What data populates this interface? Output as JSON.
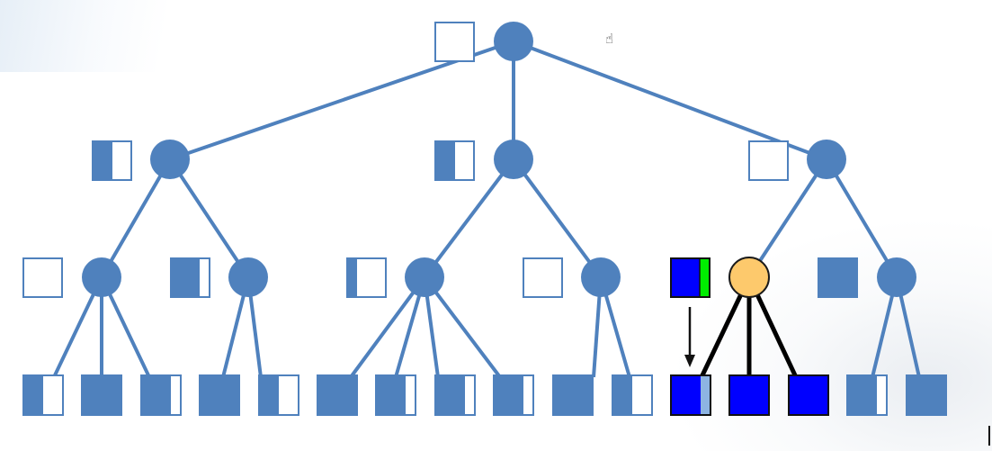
{
  "colors": {
    "primary": "#4F81BD",
    "edge_default": "#4F81BD",
    "edge_highlight": "#000000",
    "node_highlight_fill": "#FDC96C",
    "node_highlight_stroke": "#1a1a1a",
    "bright_blue": "#0000FF",
    "bright_green": "#00EE00",
    "light_blue": "#8DB4E2",
    "white": "#FFFFFF"
  },
  "icons": {
    "cursor": "hand-cursor-icon",
    "cursor_glyph": "☝"
  },
  "tree": {
    "nodes": [
      {
        "id": "root",
        "level": 0,
        "style": "default",
        "box": {
          "id": "box-root",
          "fill": 0
        }
      },
      {
        "id": "n1",
        "level": 1,
        "parent": "root",
        "style": "default",
        "box": {
          "id": "box-n1",
          "fill": 0.5
        }
      },
      {
        "id": "n2",
        "level": 1,
        "parent": "root",
        "style": "default",
        "box": {
          "id": "box-n2",
          "fill": 0.5
        }
      },
      {
        "id": "n3",
        "level": 1,
        "parent": "root",
        "style": "default",
        "box": {
          "id": "box-n3",
          "fill": 0
        }
      },
      {
        "id": "n11",
        "level": 2,
        "parent": "n1",
        "style": "default",
        "box": {
          "id": "box-n11",
          "fill": 0
        }
      },
      {
        "id": "n12",
        "level": 2,
        "parent": "n1",
        "style": "default",
        "box": {
          "id": "box-n12",
          "fill": 0.75
        }
      },
      {
        "id": "n21",
        "level": 2,
        "parent": "n2",
        "style": "default",
        "box": {
          "id": "box-n21",
          "fill": 0.25
        }
      },
      {
        "id": "n22",
        "level": 2,
        "parent": "n2",
        "style": "default",
        "box": {
          "id": "box-n22",
          "fill": 0
        }
      },
      {
        "id": "n31",
        "level": 2,
        "parent": "n3",
        "style": "highlight",
        "box": {
          "id": "box-n31",
          "style": "split-blue-green"
        }
      },
      {
        "id": "n32",
        "level": 2,
        "parent": "n3",
        "style": "default",
        "box": {
          "id": "box-n32",
          "fill": 1
        }
      }
    ],
    "leaves": [
      {
        "id": "l1",
        "parent": "n11",
        "fill": 0.5,
        "style": "default"
      },
      {
        "id": "l2",
        "parent": "n11",
        "fill": 1,
        "style": "default"
      },
      {
        "id": "l3",
        "parent": "n11",
        "fill": 0.75,
        "style": "default"
      },
      {
        "id": "l4",
        "parent": "n12",
        "fill": 1,
        "style": "default"
      },
      {
        "id": "l5",
        "parent": "n12",
        "fill": 0.5,
        "style": "default"
      },
      {
        "id": "l6",
        "parent": "n21",
        "fill": 1,
        "style": "default"
      },
      {
        "id": "l7",
        "parent": "n21",
        "fill": 0.75,
        "style": "default"
      },
      {
        "id": "l8",
        "parent": "n21",
        "fill": 0.75,
        "style": "default"
      },
      {
        "id": "l9",
        "parent": "n21",
        "fill": 0.75,
        "style": "default"
      },
      {
        "id": "l10",
        "parent": "n22",
        "fill": 1,
        "style": "default"
      },
      {
        "id": "l11",
        "parent": "n22",
        "fill": 0.5,
        "style": "default"
      },
      {
        "id": "l12",
        "parent": "n31",
        "fill": 0.75,
        "style": "highlight-partial"
      },
      {
        "id": "l13",
        "parent": "n31",
        "fill": 1,
        "style": "highlight"
      },
      {
        "id": "l14",
        "parent": "n31",
        "fill": 1,
        "style": "highlight"
      },
      {
        "id": "l15",
        "parent": "n32",
        "fill": 0.75,
        "style": "default"
      },
      {
        "id": "l16",
        "parent": "n32",
        "fill": 1,
        "style": "default"
      }
    ],
    "arrow": {
      "from": "box-n31",
      "to": "l12",
      "direction": "down"
    }
  }
}
